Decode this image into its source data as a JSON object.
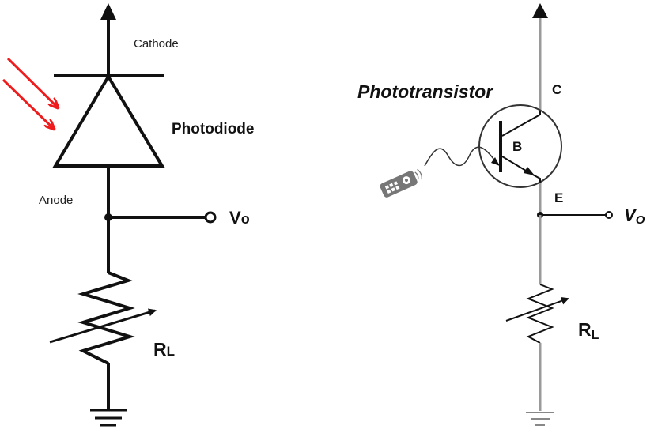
{
  "left_circuit": {
    "cathode_label": "Cathode",
    "anode_label": "Anode",
    "device_label": "Photodiode",
    "output_label_main": "V",
    "output_label_sub": "o",
    "resistor_label_main": "R",
    "resistor_label_sub": "L"
  },
  "right_circuit": {
    "device_label": "Phototransistor",
    "collector_label": "C",
    "base_label": "B",
    "emitter_label": "E",
    "output_label_main": "V",
    "output_label_sub": "O",
    "resistor_label_main": "R",
    "resistor_label_sub": "L"
  },
  "colors": {
    "left_wire": "#111111",
    "right_wire": "#9a9a9a",
    "light_arrow": "#ee1c1c",
    "remote_body": "#777777"
  },
  "icons": [
    "light-rays-icon",
    "remote-control-icon",
    "ground-icon",
    "arrow-up-icon",
    "variable-resistor-icon",
    "photodiode-symbol-icon",
    "transistor-symbol-icon"
  ]
}
